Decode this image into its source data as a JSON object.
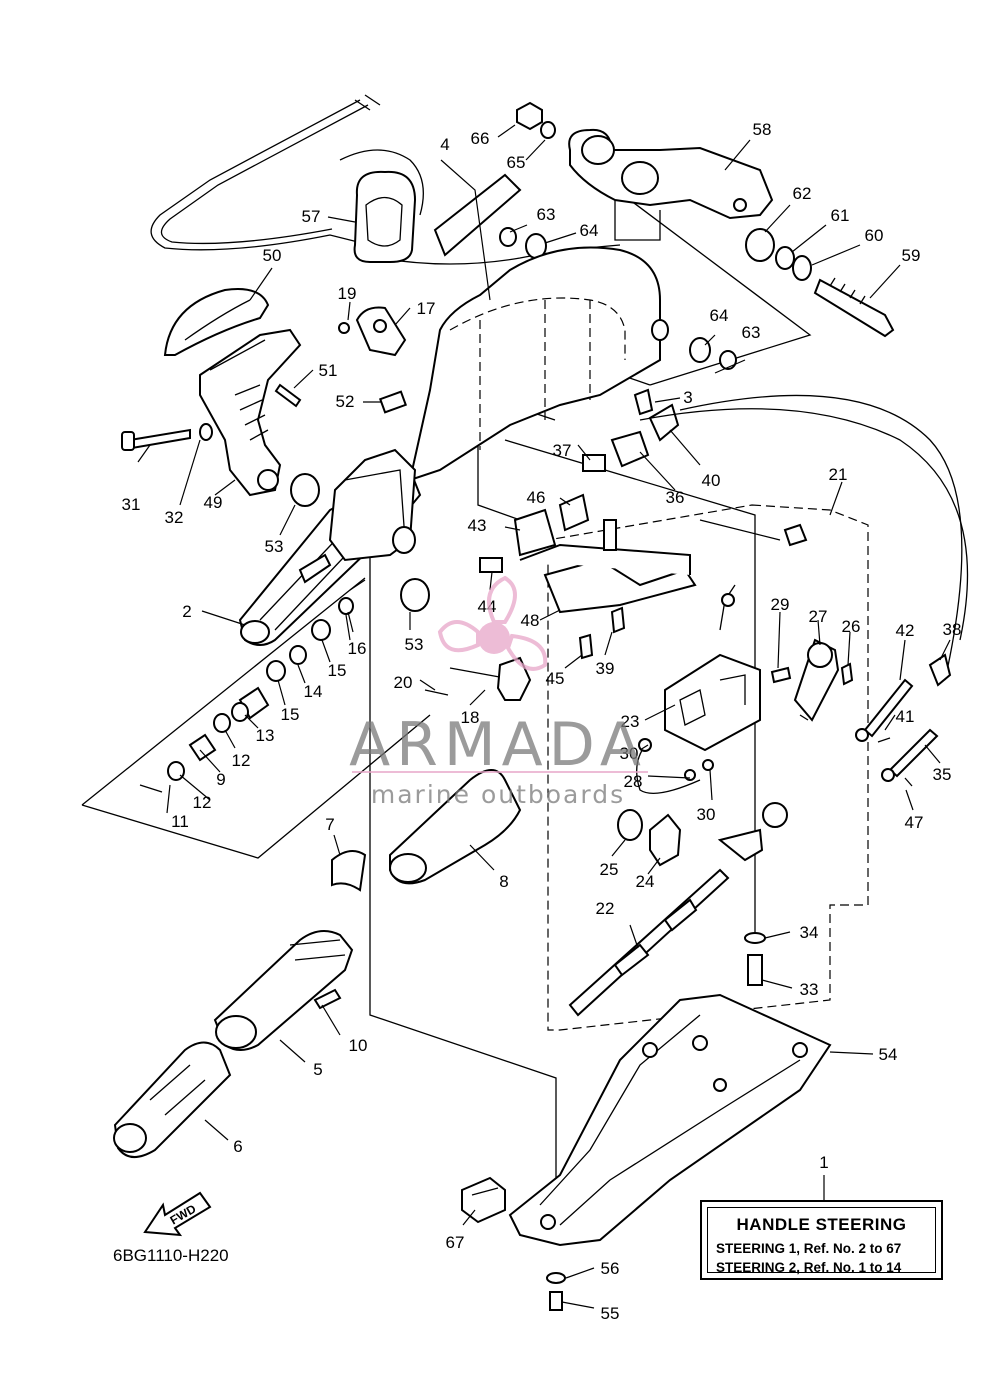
{
  "figure_code": "6BG1110-H220",
  "parts_box": {
    "title": "HANDLE STEERING",
    "lines": [
      "STEERING 1,  Ref. No. 2 to 67",
      "STEERING 2,  Ref. No. 1 to 14"
    ]
  },
  "watermark": {
    "brand": "ARMADA",
    "tagline": "marine outboards"
  },
  "fwd_arrow": "FWD",
  "callouts": [
    "1",
    "2",
    "3",
    "4",
    "5",
    "6",
    "7",
    "8",
    "9",
    "10",
    "11",
    "12",
    "12",
    "13",
    "14",
    "15",
    "15",
    "16",
    "17",
    "18",
    "19",
    "20",
    "21",
    "22",
    "23",
    "24",
    "25",
    "26",
    "27",
    "28",
    "29",
    "30",
    "30",
    "31",
    "32",
    "33",
    "34",
    "35",
    "36",
    "37",
    "38",
    "39",
    "40",
    "41",
    "42",
    "43",
    "44",
    "45",
    "46",
    "47",
    "48",
    "49",
    "50",
    "51",
    "52",
    "53",
    "53",
    "54",
    "55",
    "56",
    "57",
    "58",
    "59",
    "60",
    "61",
    "62",
    "63",
    "63",
    "64",
    "64",
    "65",
    "66",
    "67"
  ],
  "colors": {
    "line": "#000000",
    "watermark_pink": "#e8a6c9",
    "watermark_gray": "#7a7a7a"
  }
}
